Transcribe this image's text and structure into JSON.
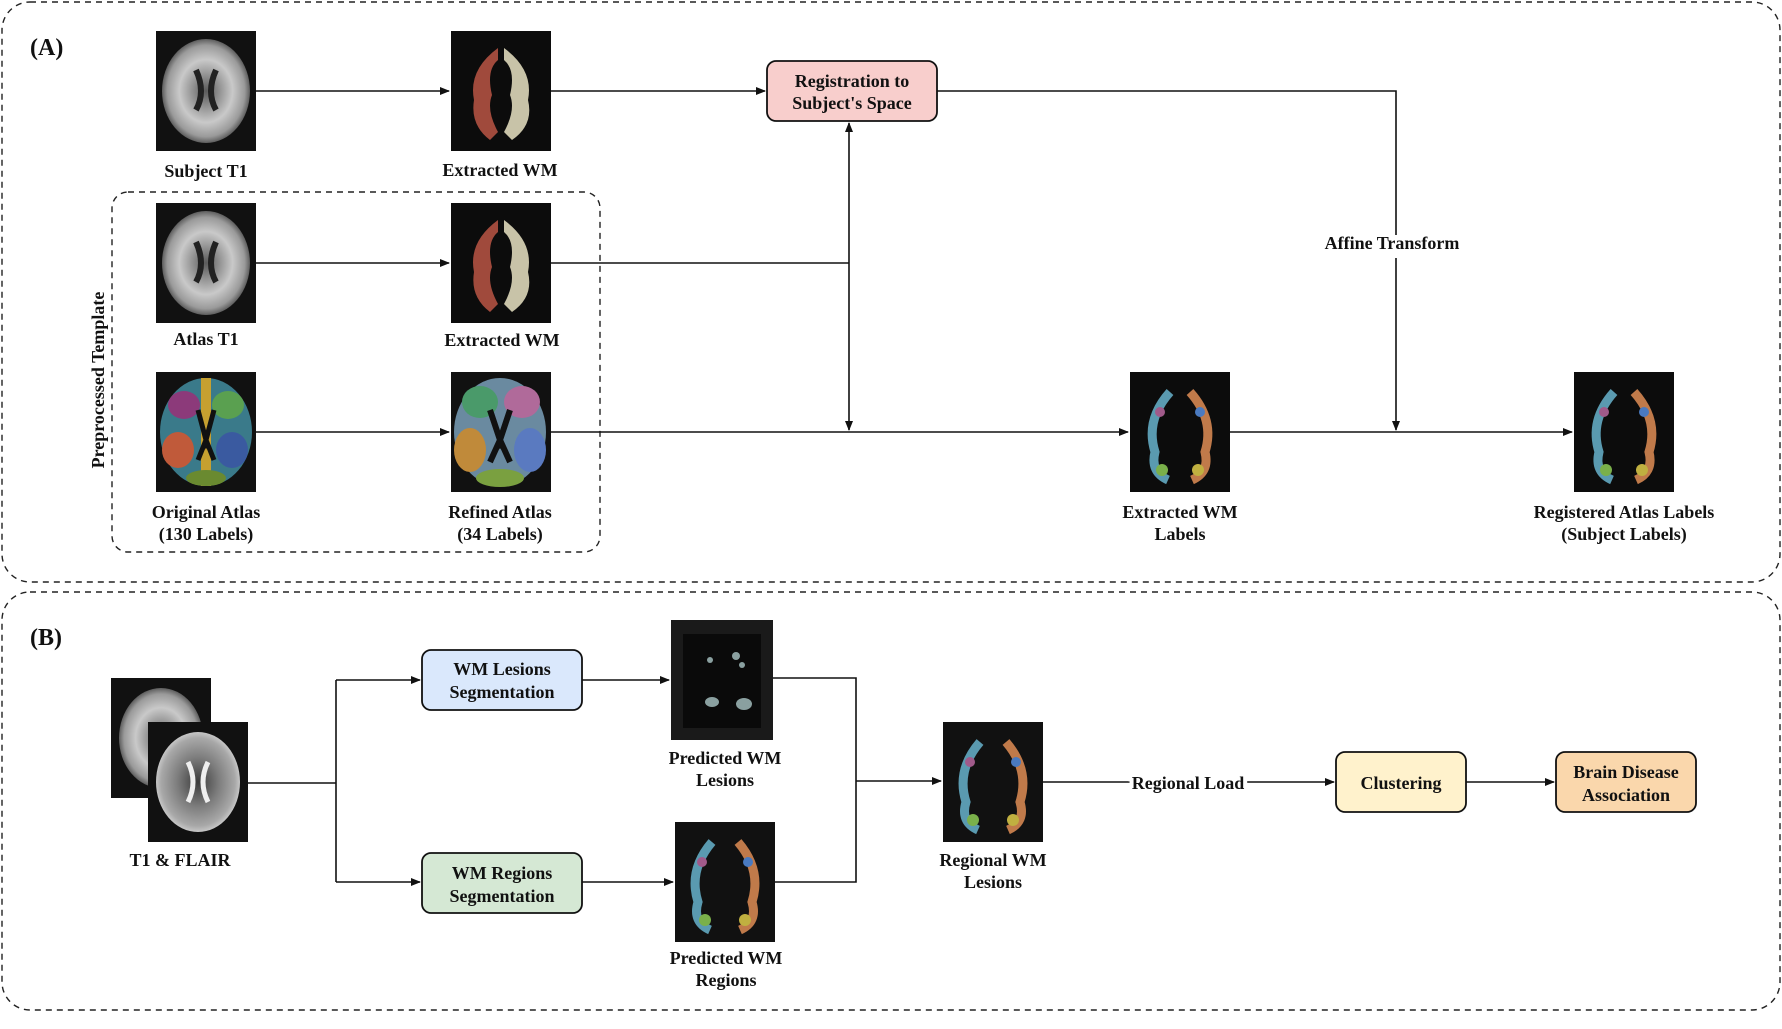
{
  "panel_a": {
    "tag": "(A)",
    "subject_t1": "Subject T1",
    "extracted_wm_1": "Extracted WM",
    "atlas_t1": "Atlas T1",
    "extracted_wm_2": "Extracted WM",
    "original_atlas": [
      "Original Atlas",
      "(130 Labels)"
    ],
    "refined_atlas": [
      "Refined Atlas",
      "(34 Labels)"
    ],
    "template_group": "Preprocessed Template",
    "registration_box": [
      "Registration to",
      "Subject's Space"
    ],
    "affine_transform": "Affine Transform",
    "extracted_wm_labels": [
      "Extracted WM",
      "Labels"
    ],
    "registered_labels": [
      "Registered Atlas Labels",
      "(Subject Labels)"
    ]
  },
  "panel_b": {
    "tag": "(B)",
    "input_label": "T1 & FLAIR",
    "lesion_seg_box": [
      "WM Lesions",
      "Segmentation"
    ],
    "region_seg_box": [
      "WM Regions",
      "Segmentation"
    ],
    "predicted_lesions": [
      "Predicted WM",
      "Lesions"
    ],
    "predicted_regions": [
      "Predicted WM",
      "Regions"
    ],
    "regional_lesions": [
      "Regional WM",
      "Lesions"
    ],
    "regional_load": "Regional Load",
    "clustering_box": "Clustering",
    "disease_box": [
      "Brain Disease",
      "Association"
    ]
  },
  "colors": {
    "registration_fill": "#f8cecc",
    "lesion_fill": "#dae8fc",
    "region_fill": "#d5e8d4",
    "clustering_fill": "#fff2cc",
    "disease_fill": "#fad7ac"
  }
}
